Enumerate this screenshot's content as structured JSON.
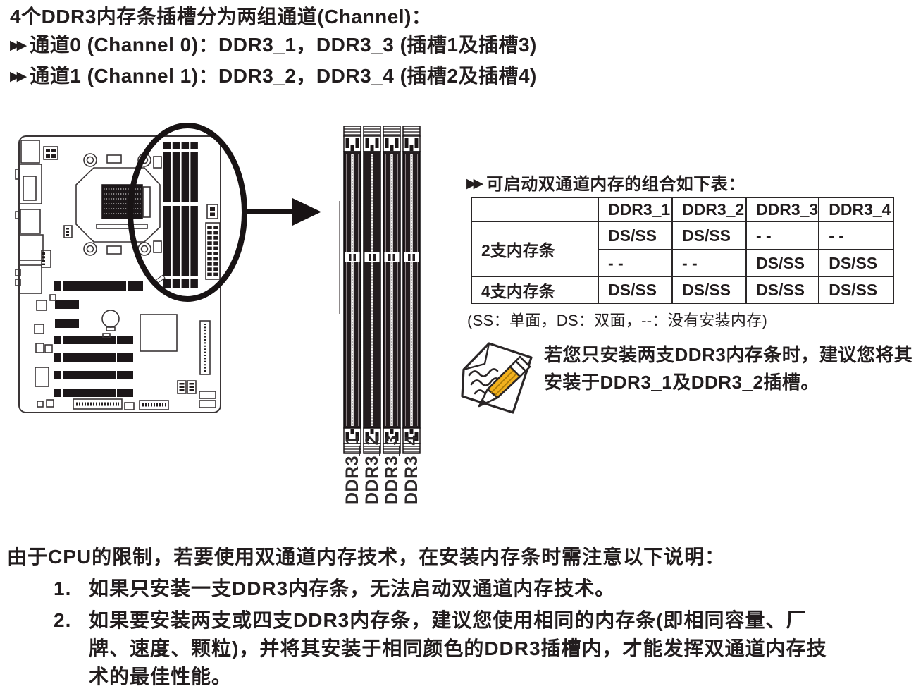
{
  "marker": "▶▶",
  "intro": {
    "title": "4个DDR3内存条插槽分为两组通道(Channel)：",
    "channels": [
      "通道0 (Channel 0)：DDR3_1，DDR3_3 (插槽1及插槽3)",
      "通道1 (Channel 1)：DDR3_2，DDR3_4 (插槽2及插槽4)"
    ]
  },
  "diagram": {
    "dimm_labels": [
      "DDR3_1",
      "DDR3_2",
      "DDR3_3",
      "DDR3_4"
    ]
  },
  "table_section": {
    "heading": "可启动双通道内存的组合如下表：",
    "table": {
      "col_headers": [
        "",
        "DDR3_1",
        "DDR3_2",
        "DDR3_3",
        "DDR3_4"
      ],
      "rows": [
        {
          "label": "2支内存条",
          "cells": [
            "DS/SS",
            "DS/SS",
            "- -",
            "- -"
          ]
        },
        {
          "label": "",
          "cells": [
            "- -",
            "- -",
            "DS/SS",
            "DS/SS"
          ]
        },
        {
          "label": "4支内存条",
          "cells": [
            "DS/SS",
            "DS/SS",
            "DS/SS",
            "DS/SS"
          ]
        }
      ]
    },
    "legend": "(SS：单面，DS：双面，--：没有安装内存)"
  },
  "note": {
    "lines": [
      "若您只安装两支DDR3内存条时，建议您将其",
      "安装于DDR3_1及DDR3_2插槽。"
    ]
  },
  "notice": {
    "intro": "由于CPU的限制，若要使用双通道内存技术，在安装内存条时需注意以下说明：",
    "items": [
      {
        "num": "1.",
        "lines": [
          "如果只安装一支DDR3内存条，无法启动双通道内存技术。"
        ]
      },
      {
        "num": "2.",
        "lines": [
          "如果要安装两支或四支DDR3内存条，建议您使用相同的内存条(即相同容量、厂",
          "牌、速度、颗粒)，并将其安装于相同颜色的DDR3插槽内，才能发挥双通道内存技",
          "术的最佳性能。"
        ]
      }
    ]
  },
  "colors": {
    "text": "#221d1e",
    "pencil_yellow": "#f2b01e",
    "slot_black": "#241d1f"
  }
}
